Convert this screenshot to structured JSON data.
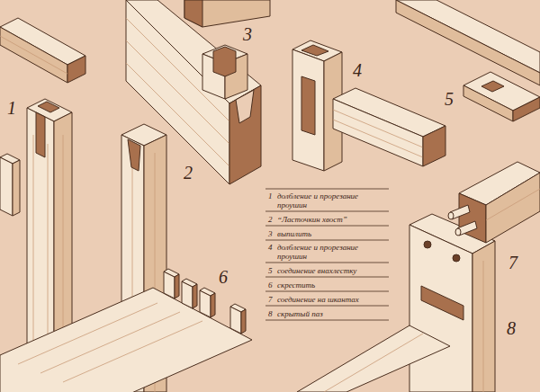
{
  "diagram": {
    "labels": [
      "1",
      "2",
      "3",
      "4",
      "5",
      "6",
      "7",
      "8",
      "1",
      "долбление и прорезание проушин",
      "2",
      "“Ласточкин хвост”",
      "3",
      "выпилить",
      "4",
      "долбление и прорезание проушин",
      "5",
      "соединение внахлестку",
      "6",
      "скрестить",
      "7",
      "соединение на шкантах",
      "8",
      "скрытый паз"
    ]
  }
}
